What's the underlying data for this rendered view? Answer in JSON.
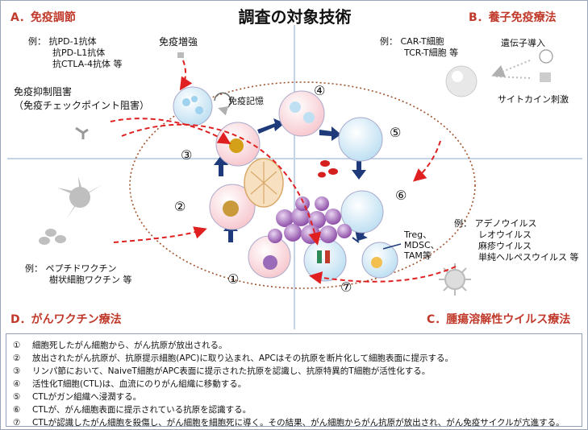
{
  "title": "調査の対象技術",
  "quadrants": {
    "a": {
      "label": "A．免疫調節",
      "examples_prefix": "例：",
      "examples": [
        "抗PD-1抗体",
        "抗PD-L1抗体",
        "抗CTLA-4抗体 等"
      ],
      "boost_label": "免疫増強",
      "suppress_label": "免疫抑制阻害",
      "suppress_sub": "（免疫チェックポイント阻害）"
    },
    "b": {
      "label": "B．養子免疫療法",
      "examples_prefix": "例：",
      "examples": [
        "CAR-T細胞",
        "TCR-T細胞 等"
      ],
      "gene_label": "遺伝子導入",
      "cytokine_label": "サイトカイン刺激"
    },
    "c": {
      "label": "C．腫瘍溶解性ウイルス療法",
      "examples_prefix": "例：",
      "examples": [
        "アデノウイルス",
        "レオウイルス",
        "麻疹ウイルス",
        "単純ヘルペスウイルス 等"
      ]
    },
    "d": {
      "label": "D．がんワクチン療法",
      "examples_prefix": "例：",
      "examples": [
        "ペプチドワクチン",
        "樹状細胞ワクチン 等"
      ]
    }
  },
  "center": {
    "memory_label": "免疫記憶",
    "suppressor_cells": [
      "Treg、",
      "MDSC、",
      "TAM等"
    ],
    "cycle_numbers": [
      "①",
      "②",
      "③",
      "④",
      "⑤",
      "⑥",
      "⑦"
    ]
  },
  "steps": [
    {
      "num": "①",
      "text": "細胞死したがん細胞から、がん抗原が放出される。"
    },
    {
      "num": "②",
      "text": "放出されたがん抗原が、抗原提示細胞(APC)に取り込まれ、APCはその抗原を断片化して細胞表面に提示する。"
    },
    {
      "num": "③",
      "text": "リンパ節において、NaiveT細胞がAPC表面に提示された抗原を認識し、抗原特異的T細胞が活性化する。"
    },
    {
      "num": "④",
      "text": "活性化T細胞(CTL)は、血流にのりがん組織に移動する。"
    },
    {
      "num": "⑤",
      "text": "CTLがガン組織へ浸潤する。"
    },
    {
      "num": "⑥",
      "text": "CTLが、がん細胞表面に提示されている抗原を認識する。"
    },
    {
      "num": "⑦",
      "text": "CTLが認識したがん細胞を殺傷し、がん細胞を細胞死に導く。その結果、がん細胞からがん抗原が放出され、がん免疫サイクルが亢進する。"
    }
  ],
  "colors": {
    "accent": "#c0392b",
    "arrow_red": "#e02020",
    "arrow_navy": "#1f3a7a",
    "frame": "#8fa0b8"
  }
}
